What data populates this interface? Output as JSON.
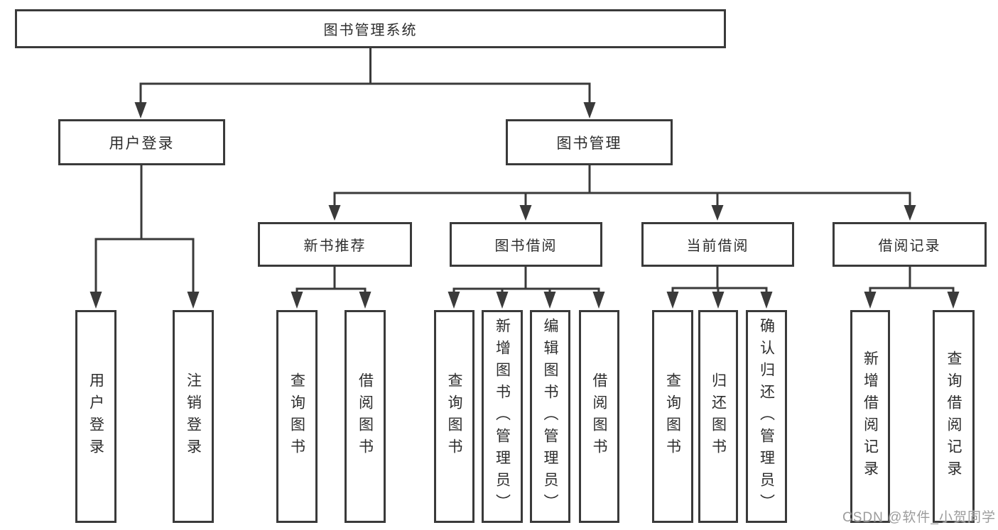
{
  "colors": {
    "line": "#3a3a3a",
    "text": "#2d2d2d",
    "watermark": "#9c9c9c",
    "background": "#ffffff"
  },
  "watermark": {
    "text": "CSDN @软件_小贺同学"
  },
  "tree": {
    "root": {
      "label": "图书管理系统"
    },
    "branches": [
      {
        "label": "用户登录",
        "children": [
          {
            "label": "用户登录"
          },
          {
            "label": "注销登录"
          }
        ]
      },
      {
        "label": "图书管理",
        "groups": [
          {
            "label": "新书推荐",
            "children": [
              {
                "label": "查询图书"
              },
              {
                "label": "借阅图书"
              }
            ]
          },
          {
            "label": "图书借阅",
            "children": [
              {
                "label": "查询图书"
              },
              {
                "label": "新增图书（管理员）"
              },
              {
                "label": "编辑图书（管理员）"
              },
              {
                "label": "借阅图书"
              }
            ]
          },
          {
            "label": "当前借阅",
            "children": [
              {
                "label": "查询图书"
              },
              {
                "label": "归还图书"
              },
              {
                "label": "确认归还（管理员）"
              }
            ]
          },
          {
            "label": "借阅记录",
            "children": [
              {
                "label": "新增借阅记录"
              },
              {
                "label": "查询借阅记录"
              }
            ]
          }
        ]
      }
    ]
  }
}
